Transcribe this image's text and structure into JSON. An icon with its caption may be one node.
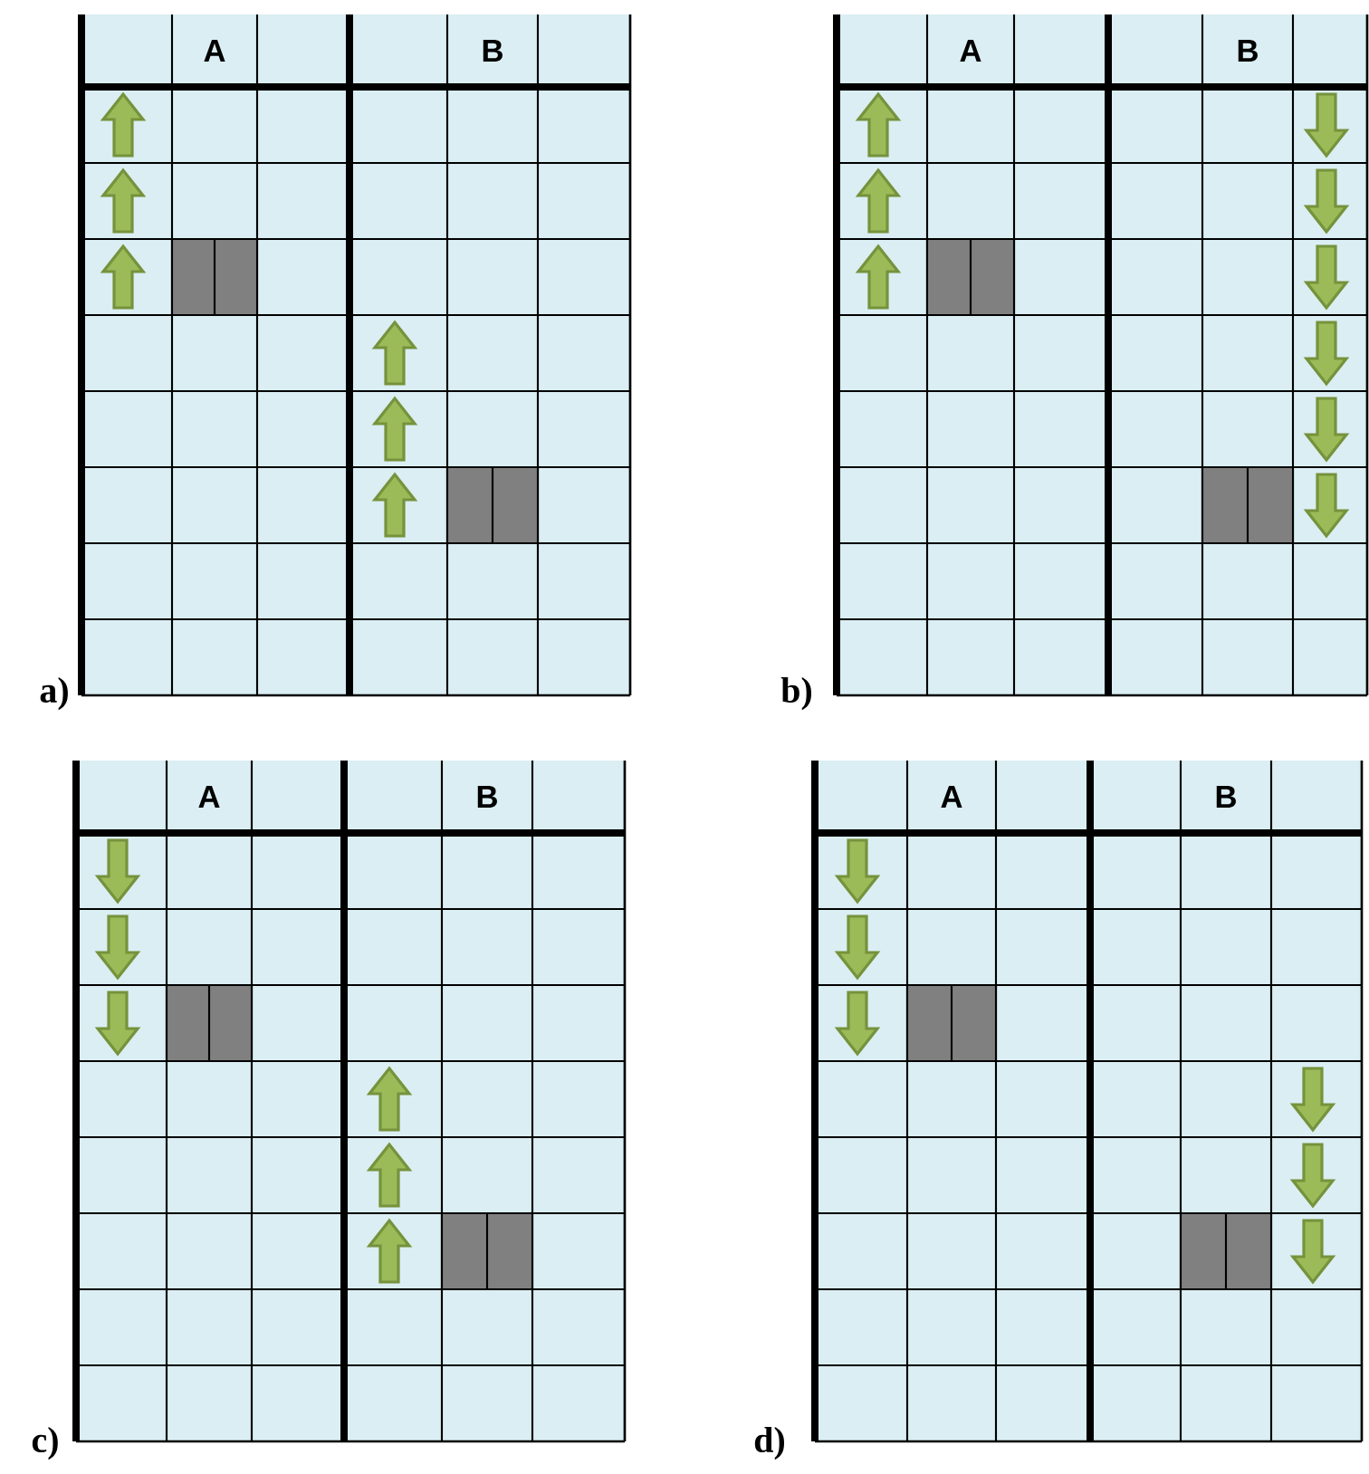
{
  "diagram": {
    "labels": [
      "A",
      "B",
      "a)",
      "A",
      "B",
      "b)",
      "A",
      "B",
      "c)",
      "A",
      "B",
      "d)"
    ]
  }
}
